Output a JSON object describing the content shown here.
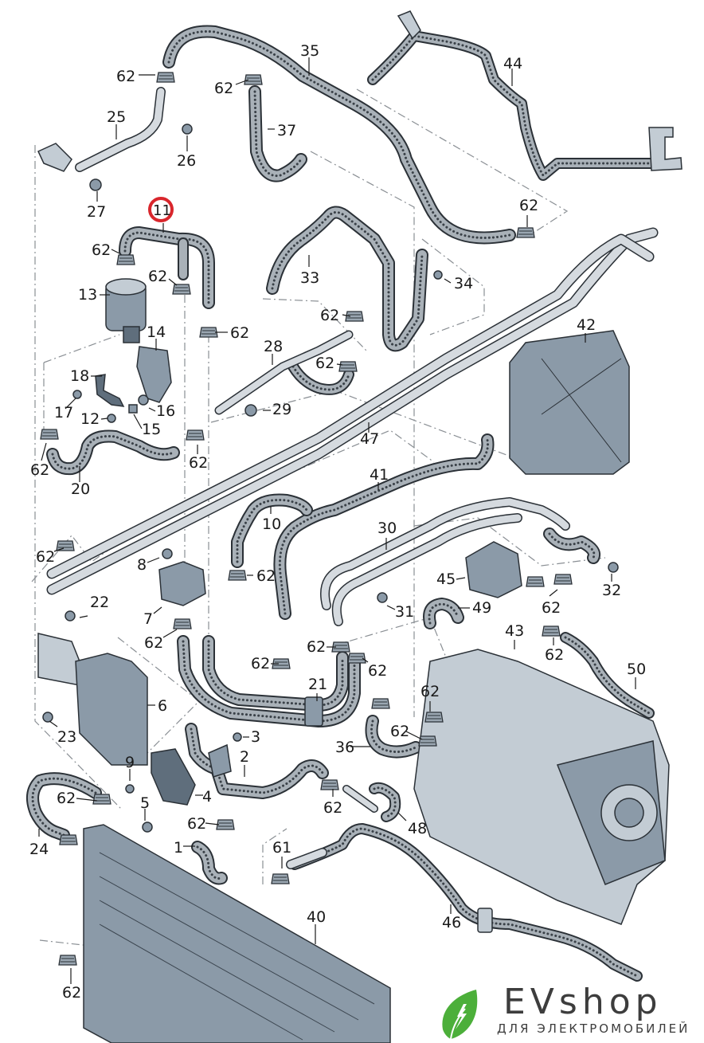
{
  "diagram": {
    "title": "Coolant system exploded parts diagram",
    "highlight_color": "#d9262c",
    "highlighted_part": "11",
    "callouts": [
      {
        "id": "c35",
        "text": "35"
      },
      {
        "id": "c44",
        "text": "44"
      },
      {
        "id": "c62a",
        "text": "62"
      },
      {
        "id": "c62b",
        "text": "62"
      },
      {
        "id": "c25",
        "text": "25"
      },
      {
        "id": "c37",
        "text": "37"
      },
      {
        "id": "c26",
        "text": "26"
      },
      {
        "id": "c27",
        "text": "27"
      },
      {
        "id": "c11",
        "text": "11"
      },
      {
        "id": "c62c",
        "text": "62"
      },
      {
        "id": "c62d",
        "text": "62"
      },
      {
        "id": "c33",
        "text": "33"
      },
      {
        "id": "c34",
        "text": "34"
      },
      {
        "id": "c62e",
        "text": "62"
      },
      {
        "id": "c13",
        "text": "13"
      },
      {
        "id": "c62f",
        "text": "62"
      },
      {
        "id": "c62g",
        "text": "62"
      },
      {
        "id": "c14",
        "text": "14"
      },
      {
        "id": "c42",
        "text": "42"
      },
      {
        "id": "c28",
        "text": "28"
      },
      {
        "id": "c62h",
        "text": "62"
      },
      {
        "id": "c18",
        "text": "18"
      },
      {
        "id": "c17",
        "text": "17"
      },
      {
        "id": "c16",
        "text": "16"
      },
      {
        "id": "c12",
        "text": "12"
      },
      {
        "id": "c15",
        "text": "15"
      },
      {
        "id": "c29",
        "text": "29"
      },
      {
        "id": "c47",
        "text": "47"
      },
      {
        "id": "c62i",
        "text": "62"
      },
      {
        "id": "c62j",
        "text": "62"
      },
      {
        "id": "c20",
        "text": "20"
      },
      {
        "id": "c41",
        "text": "41"
      },
      {
        "id": "c10",
        "text": "10"
      },
      {
        "id": "c30",
        "text": "30"
      },
      {
        "id": "c62k",
        "text": "62"
      },
      {
        "id": "c8",
        "text": "8"
      },
      {
        "id": "c62l",
        "text": "62"
      },
      {
        "id": "c45",
        "text": "45"
      },
      {
        "id": "c32",
        "text": "32"
      },
      {
        "id": "c22",
        "text": "22"
      },
      {
        "id": "c7",
        "text": "7"
      },
      {
        "id": "c31",
        "text": "31"
      },
      {
        "id": "c49",
        "text": "49"
      },
      {
        "id": "c62m",
        "text": "62"
      },
      {
        "id": "c62n",
        "text": "62"
      },
      {
        "id": "c43",
        "text": "43"
      },
      {
        "id": "c62o",
        "text": "62"
      },
      {
        "id": "c62p",
        "text": "62"
      },
      {
        "id": "c62q",
        "text": "62"
      },
      {
        "id": "c62r",
        "text": "62"
      },
      {
        "id": "c50",
        "text": "50"
      },
      {
        "id": "c21",
        "text": "21"
      },
      {
        "id": "c6",
        "text": "6"
      },
      {
        "id": "c62s",
        "text": "62"
      },
      {
        "id": "c23",
        "text": "23"
      },
      {
        "id": "c62t",
        "text": "62"
      },
      {
        "id": "c36",
        "text": "36"
      },
      {
        "id": "c3",
        "text": "3"
      },
      {
        "id": "c9",
        "text": "9"
      },
      {
        "id": "c2",
        "text": "2"
      },
      {
        "id": "c62u",
        "text": "62"
      },
      {
        "id": "c4",
        "text": "4"
      },
      {
        "id": "c62v",
        "text": "62"
      },
      {
        "id": "c48",
        "text": "48"
      },
      {
        "id": "c5",
        "text": "5"
      },
      {
        "id": "c62w",
        "text": "62"
      },
      {
        "id": "c24",
        "text": "24"
      },
      {
        "id": "c1",
        "text": "1"
      },
      {
        "id": "c61",
        "text": "61"
      },
      {
        "id": "c40",
        "text": "40"
      },
      {
        "id": "c46",
        "text": "46"
      },
      {
        "id": "c62x",
        "text": "62"
      }
    ]
  },
  "logo": {
    "brand": "EVshop",
    "tagline": "ДЛЯ ЭЛЕКТРОМОБИЛЕЙ",
    "leaf_color": "#4caf3a",
    "text_color": "#3d3d3d"
  }
}
